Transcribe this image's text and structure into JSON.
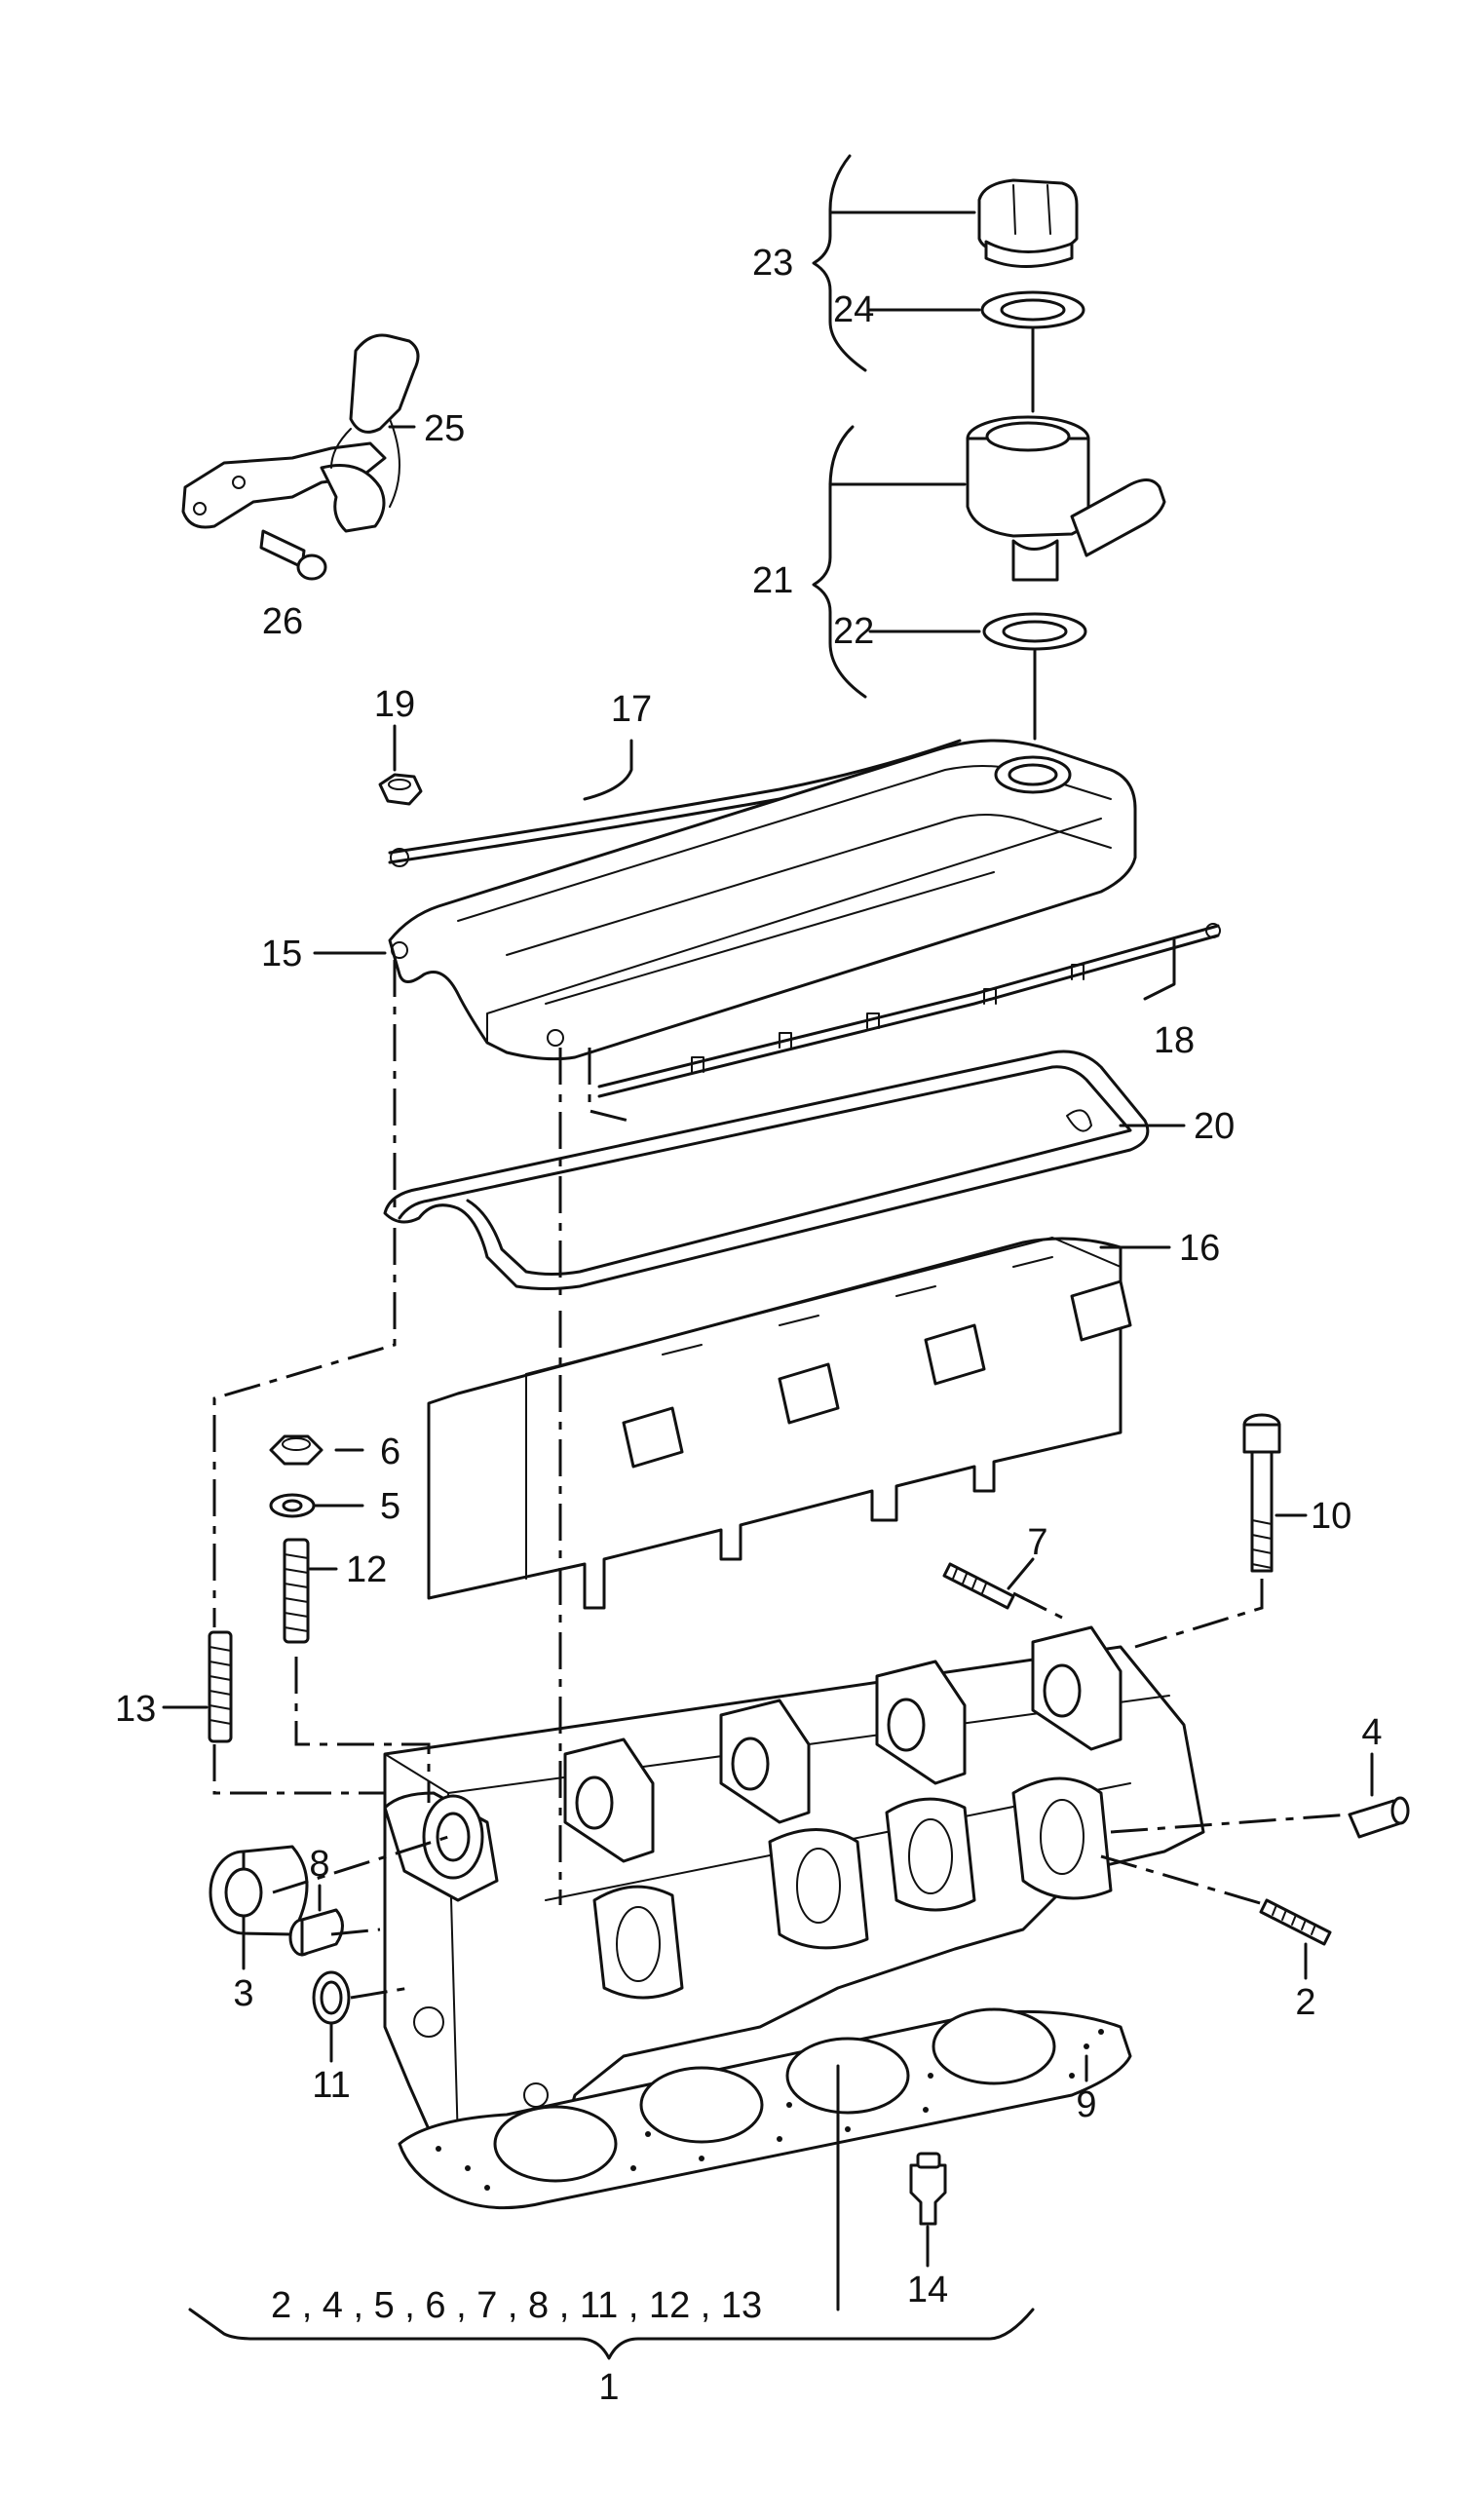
{
  "callouts": {
    "c1": "1",
    "c2": "2",
    "c3": "3",
    "c4": "4",
    "c5": "5",
    "c6": "6",
    "c7": "7",
    "c8": "8",
    "c9": "9",
    "c10": "10",
    "c11": "11",
    "c12": "12",
    "c13": "13",
    "c14": "14",
    "c15": "15",
    "c16": "16",
    "c17": "17",
    "c18": "18",
    "c19": "19",
    "c20": "20",
    "c21": "21",
    "c22": "22",
    "c23": "23",
    "c24": "24",
    "c25": "25",
    "c26": "26"
  },
  "kit_contents": "2 , 4 , 5 , 6 , 7 , 8 , 11 , 12 , 13"
}
